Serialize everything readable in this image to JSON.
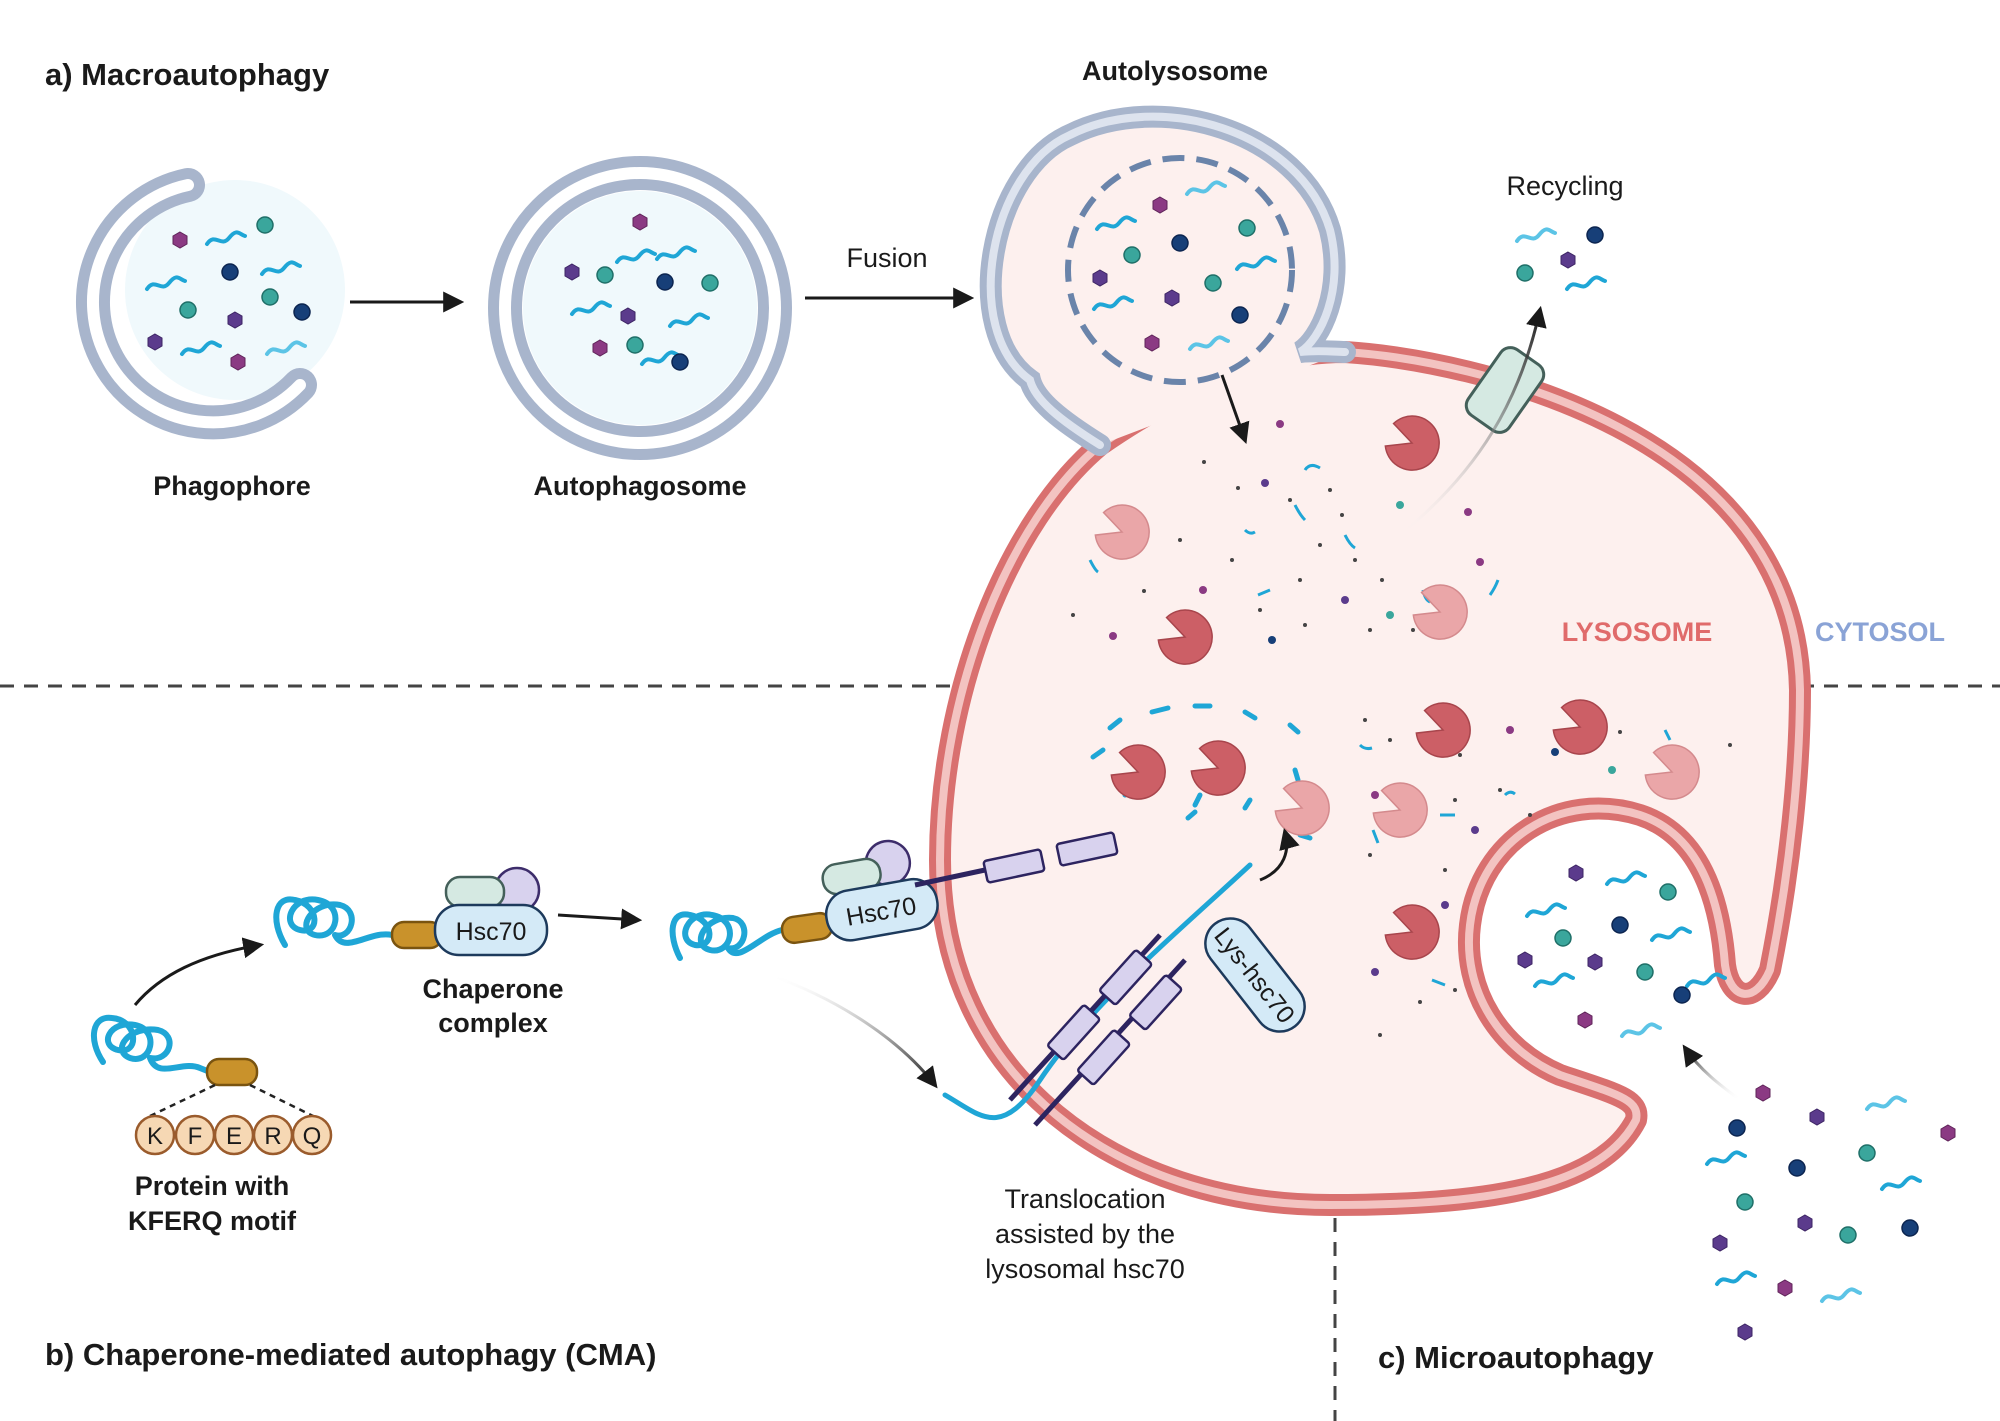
{
  "sections": {
    "macro": "a) Macroautophagy",
    "cma": "b) Chaperone-mediated autophagy (CMA)",
    "micro": "c) Microautophagy"
  },
  "stages": {
    "phagophore": "Phagophore",
    "autophagosome": "Autophagosome",
    "autolysosome": "Autolysosome",
    "fusion": "Fusion",
    "recycling": "Recycling"
  },
  "compartments": {
    "lysosome": "LYSOSOME",
    "cytosol": "CYTOSOL"
  },
  "cma": {
    "hsc70_a": "Hsc70",
    "hsc70_b": "Hsc70",
    "lys_hsc70": "Lys-hsc70",
    "chaperone_line1": "Chaperone",
    "chaperone_line2": "complex",
    "protein_line1": "Protein with",
    "protein_line2": "KFERQ motif",
    "motif": [
      "K",
      "F",
      "E",
      "R",
      "Q"
    ],
    "translocation_line1": "Translocation",
    "translocation_line2": "assisted by the",
    "translocation_line3": "lysosomal hsc70"
  },
  "colors": {
    "lysosome_membrane": "#d9706f",
    "lysosome_fill": "#fdf0ee",
    "lysosome_label": "#e06b6b",
    "cytosol_label": "#8aa3d6",
    "autophagosome_membrane": "#a8b5cc",
    "cargo_cyan": "#1fa6d6",
    "cargo_teal": "#3aa69c",
    "cargo_navy": "#173f78",
    "cargo_purple": "#5b3b8c",
    "cargo_magenta": "#8b3a83",
    "chaperone": "#d4eaf7",
    "motif_tag": "#c9922b",
    "motif_bead": "#f6d8b4",
    "translocon": "#d8d2ee",
    "enzyme_dark": "#cc5f66",
    "enzyme_light": "#eaa6a8"
  }
}
